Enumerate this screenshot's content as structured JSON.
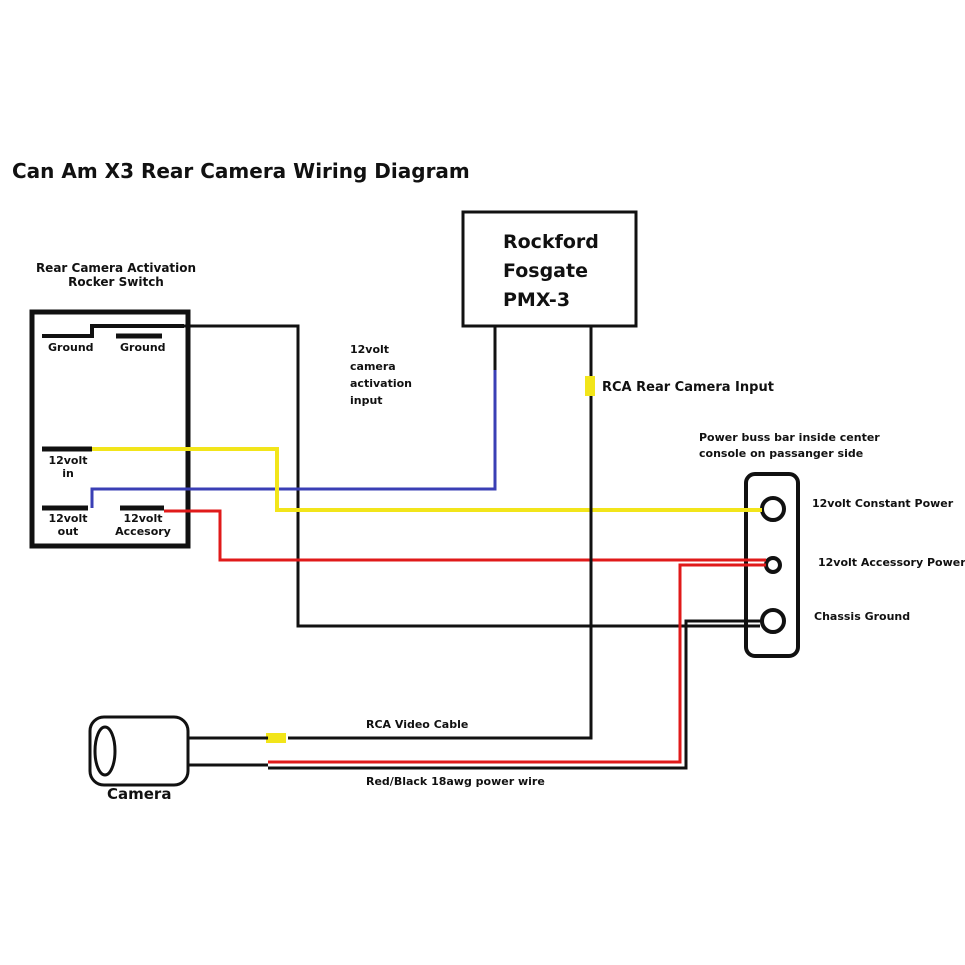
{
  "title": "Can Am X3 Rear Camera Wiring Diagram",
  "switch": {
    "heading_line1": "Rear Camera Activation",
    "heading_line2": "Rocker Switch",
    "terminals": {
      "ground_left": "Ground",
      "ground_right": "Ground",
      "in_line1": "12volt",
      "in_line2": "in",
      "out_line1": "12volt",
      "out_line2": "out",
      "acc_line1": "12volt",
      "acc_line2": "Accesory"
    }
  },
  "module": {
    "name": "Rockford\nFosgate\nPMX-3",
    "activation_input_line1": "12volt",
    "activation_input_line2": "camera",
    "activation_input_line3": "activation",
    "activation_input_line4": "input",
    "rca_input": "RCA Rear Camera Input"
  },
  "buss_bar": {
    "heading_line1": "Power buss bar inside center",
    "heading_line2": "console on passanger side",
    "constant": "12volt Constant Power",
    "accessory": "12volt Accessory Power",
    "ground": "Chassis Ground"
  },
  "camera": {
    "label": "Camera",
    "video_cable": "RCA Video Cable",
    "power_wire": "Red/Black 18awg power wire"
  },
  "colors": {
    "yellow": "#f2e51a",
    "blue": "#3a3fb5",
    "red": "#e01a1a",
    "black": "#111111"
  }
}
